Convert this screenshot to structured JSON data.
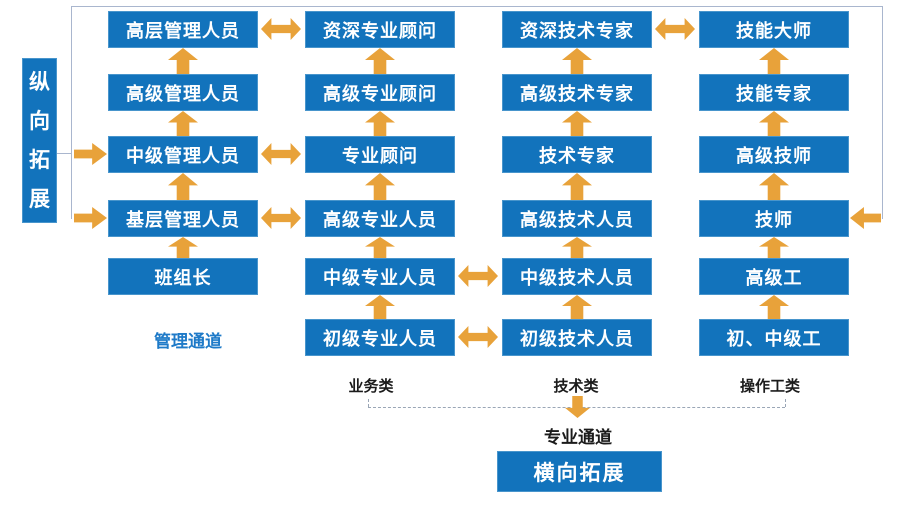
{
  "sidebar": {
    "label": "纵向拓展"
  },
  "channels": [
    {
      "id": "management",
      "category_label": "管理通道",
      "levels": [
        "高层管理人员",
        "高级管理人员",
        "中级管理人员",
        "基层管理人员",
        "班组长"
      ]
    },
    {
      "id": "professional",
      "category_label": "业务类",
      "levels": [
        "资深专业顾问",
        "高级专业顾问",
        "专业顾问",
        "高级专业人员",
        "中级专业人员",
        "初级专业人员"
      ]
    },
    {
      "id": "technical",
      "category_label": "技术类",
      "levels": [
        "资深技术专家",
        "高级技术专家",
        "技术专家",
        "高级技术人员",
        "中级技术人员",
        "初级技术人员"
      ]
    },
    {
      "id": "operator",
      "category_label": "操作工类",
      "levels": [
        "技能大师",
        "技能专家",
        "高级技师",
        "技师",
        "高级工",
        "初、中级工"
      ]
    }
  ],
  "bottom": {
    "professional_channel_label": "专业通道",
    "horizontal_expansion_label": "横向拓展"
  },
  "colors": {
    "box_blue": "#1273BC",
    "arrow_orange": "#E8A23A",
    "bracket_line": "#A9B6CE",
    "channel_label_blue": "#1E7AC8",
    "dashed_gray": "#9AA6B6",
    "label_black": "#1B1B1B"
  }
}
